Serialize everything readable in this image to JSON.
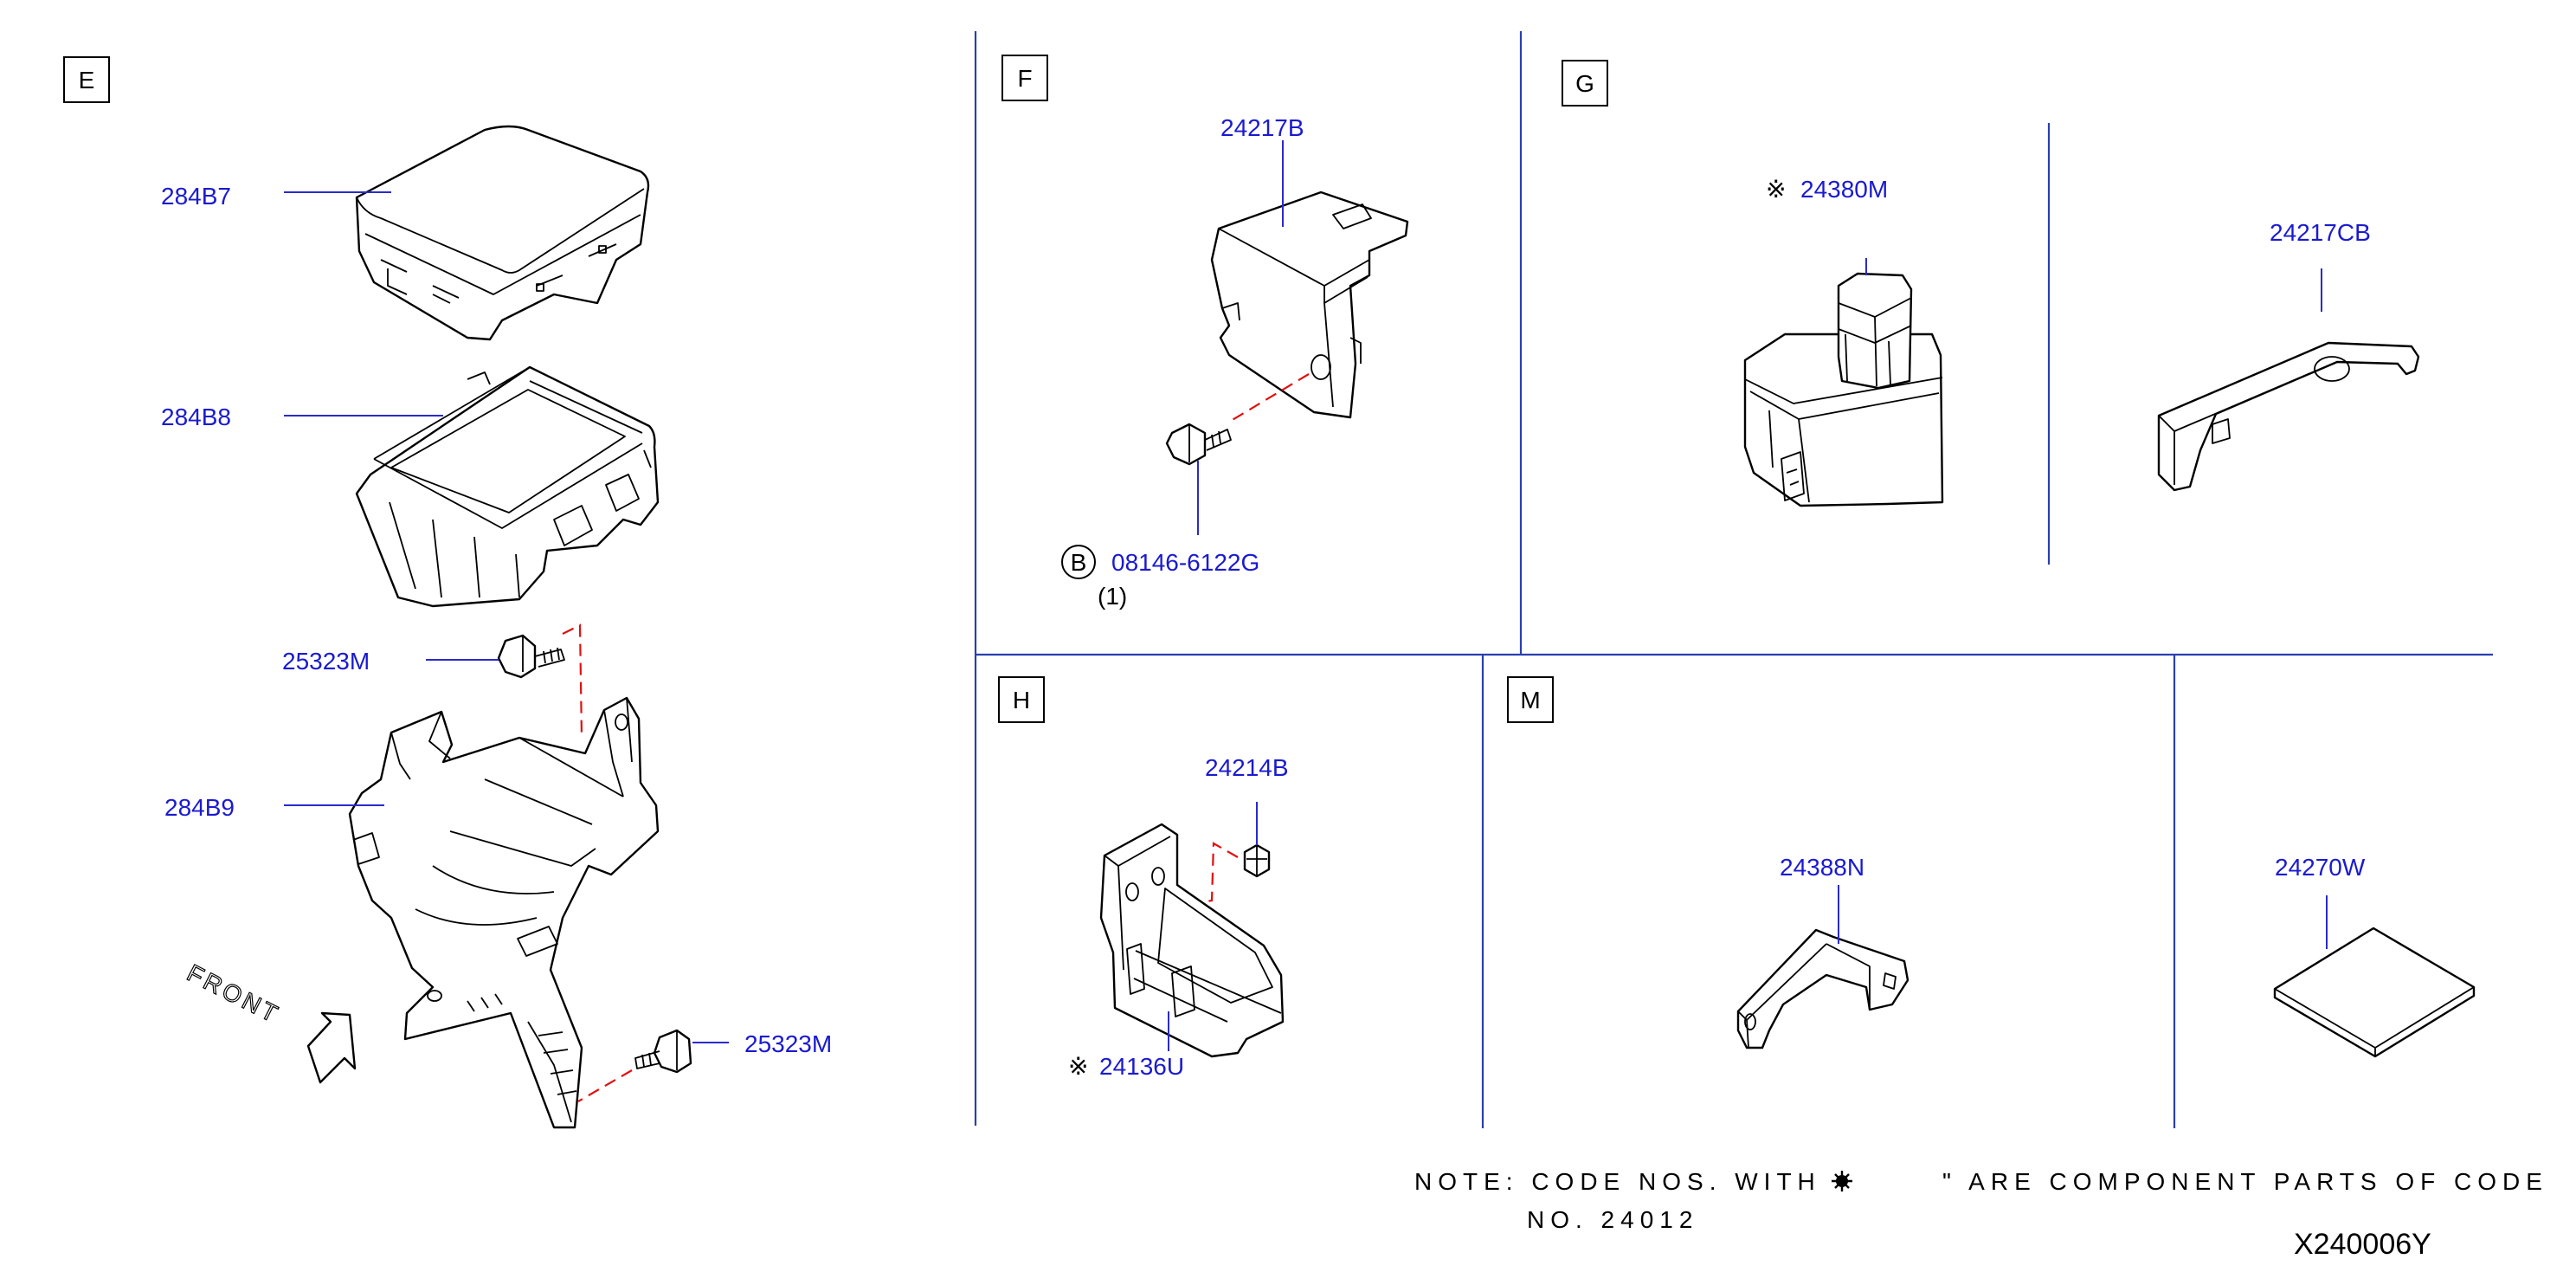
{
  "sections": {
    "E": {
      "label": "E",
      "parts": {
        "p284b7": "284B7",
        "p284b8": "284B8",
        "p25323m_top": "25323M",
        "p284b9": "284B9",
        "p25323m_bottom": "25323M"
      },
      "front_label": "FRONT"
    },
    "F": {
      "label": "F",
      "parts": {
        "p24217b": "24217B",
        "p08146": "08146-6122G"
      },
      "bolt_marker": "B",
      "quantity": "(1)"
    },
    "G": {
      "label": "G",
      "parts": {
        "p24380m": "24380M",
        "p24217cb": "24217CB"
      },
      "mark": "※"
    },
    "H": {
      "label": "H",
      "parts": {
        "p24214b": "24214B",
        "p24136u": "24136U"
      },
      "mark": "※"
    },
    "M": {
      "label": "M",
      "parts": {
        "p24388n": "24388N",
        "p24270w": "24270W"
      }
    }
  },
  "note": {
    "line1_a": "NOTE: CODE NOS. WITH",
    "line1_b": "\" ARE COMPONENT PARTS OF CODE",
    "line2": "NO. 24012"
  },
  "figure_id": "X240006Y",
  "colors": {
    "part_number": "#1a1ad0",
    "leader": "#2a2acc",
    "divider": "#2a3fb0",
    "dashed_link": "#e01010"
  }
}
